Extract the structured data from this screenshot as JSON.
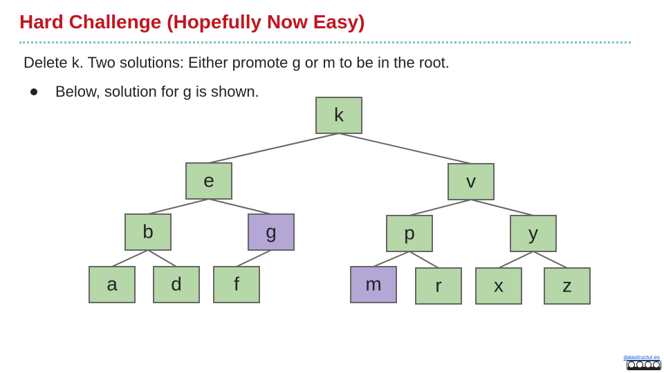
{
  "slide": {
    "title": "Hard Challenge (Hopefully Now Easy)",
    "line1": "Delete k. Two solutions: Either promote g or m to be in the root.",
    "bullet": "Below, solution for g is shown."
  },
  "colors": {
    "title": "#c0161f",
    "divider": "#7ec1c8",
    "node_green": "#b6d7a8",
    "node_purple": "#b4a7d6",
    "edge": "#666666"
  },
  "tree": {
    "nodes": [
      {
        "id": "k",
        "label": "k",
        "highlight": false
      },
      {
        "id": "e",
        "label": "e",
        "highlight": false
      },
      {
        "id": "v",
        "label": "v",
        "highlight": false
      },
      {
        "id": "b",
        "label": "b",
        "highlight": false
      },
      {
        "id": "g",
        "label": "g",
        "highlight": true
      },
      {
        "id": "p",
        "label": "p",
        "highlight": false
      },
      {
        "id": "y",
        "label": "y",
        "highlight": false
      },
      {
        "id": "a",
        "label": "a",
        "highlight": false
      },
      {
        "id": "d",
        "label": "d",
        "highlight": false
      },
      {
        "id": "f",
        "label": "f",
        "highlight": false
      },
      {
        "id": "m",
        "label": "m",
        "highlight": true
      },
      {
        "id": "r",
        "label": "r",
        "highlight": false
      },
      {
        "id": "x",
        "label": "x",
        "highlight": false
      },
      {
        "id": "z",
        "label": "z",
        "highlight": false
      }
    ],
    "edges": [
      [
        "k",
        "e"
      ],
      [
        "k",
        "v"
      ],
      [
        "e",
        "b"
      ],
      [
        "e",
        "g"
      ],
      [
        "v",
        "p"
      ],
      [
        "v",
        "y"
      ],
      [
        "b",
        "a"
      ],
      [
        "b",
        "d"
      ],
      [
        "g",
        "f"
      ],
      [
        "p",
        "m"
      ],
      [
        "p",
        "r"
      ],
      [
        "y",
        "x"
      ],
      [
        "y",
        "z"
      ]
    ]
  },
  "footer": {
    "link": "datastructur.es",
    "license_icon": "cc-by-nc-sa-icon"
  }
}
